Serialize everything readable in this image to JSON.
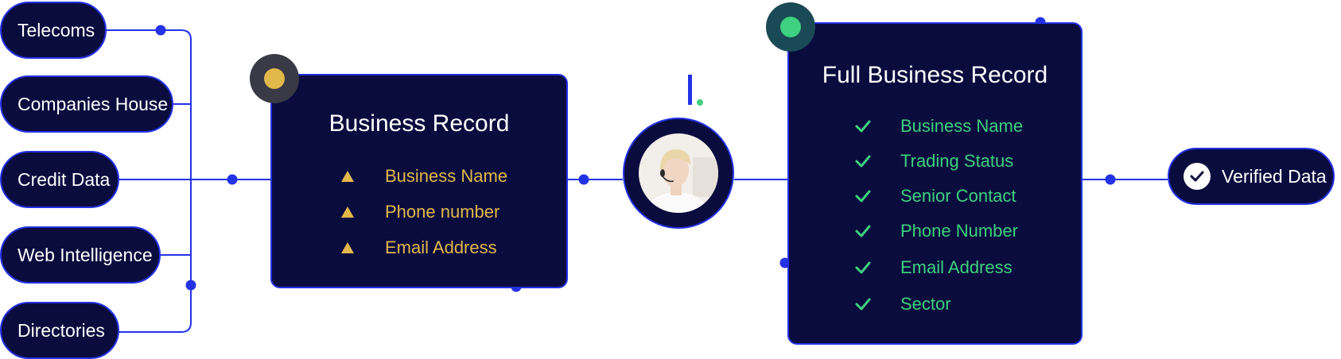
{
  "sources": [
    {
      "label": "Telecoms"
    },
    {
      "label": "Companies House"
    },
    {
      "label": "Credit Data"
    },
    {
      "label": "Web Intelligence"
    },
    {
      "label": "Directories"
    }
  ],
  "business_record": {
    "title": "Business Record",
    "badge_color": "#e3b84a",
    "items": [
      {
        "label": "Business Name",
        "icon": "warning-triangle-icon"
      },
      {
        "label": "Phone number",
        "icon": "warning-triangle-icon"
      },
      {
        "label": "Email Address",
        "icon": "warning-triangle-icon"
      }
    ]
  },
  "full_business_record": {
    "title": "Full Business Record",
    "badge_color": "#3ed17f",
    "items": [
      {
        "label": "Business Name",
        "icon": "check-icon"
      },
      {
        "label": "Trading Status",
        "icon": "check-icon"
      },
      {
        "label": "Senior Contact",
        "icon": "check-icon"
      },
      {
        "label": "Phone Number",
        "icon": "check-icon"
      },
      {
        "label": "Email Address",
        "icon": "check-icon"
      },
      {
        "label": "Sector",
        "icon": "check-icon"
      }
    ]
  },
  "agent": {
    "icon": "agent-avatar",
    "logo": "brand-logo-mark"
  },
  "output": {
    "label": "Verified Data",
    "icon": "check-circle-icon"
  },
  "colors": {
    "navy": "#0a0c3e",
    "blue": "#2432e6",
    "yellow": "#e3b84a",
    "green": "#3ed17f"
  }
}
